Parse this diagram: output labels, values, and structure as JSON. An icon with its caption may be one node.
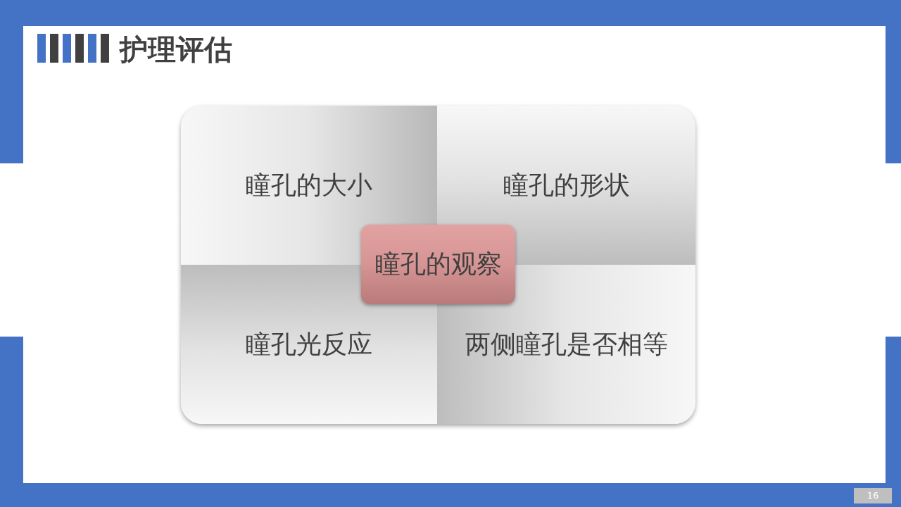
{
  "diagram": {
    "title": "护理评估",
    "nodes": [
      {
        "text": [
          "瞳孔的大小"
        ]
      },
      {
        "text": [
          "瞳孔的形状"
        ]
      },
      {
        "text": [
          "瞳孔的观察"
        ]
      },
      {
        "text": [
          "瞳孔光反应"
        ]
      },
      {
        "text": [
          "两侧瞳孔是否相等"
        ]
      }
    ],
    "labels": [
      "16"
    ]
  }
}
